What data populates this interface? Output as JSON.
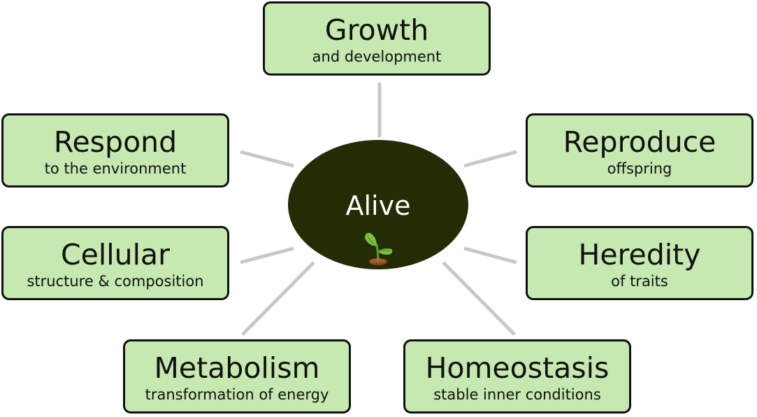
{
  "center": {
    "label": "Alive",
    "icon": "sprout-icon"
  },
  "colors": {
    "box_fill": "#c6e8b1",
    "box_border": "#111111",
    "center_fill": "#242c06",
    "connector": "#c8c8c8"
  },
  "nodes": {
    "growth": {
      "title": "Growth",
      "subtitle": "and development"
    },
    "respond": {
      "title": "Respond",
      "subtitle": "to the environment"
    },
    "reproduce": {
      "title": "Reproduce",
      "subtitle": "offspring"
    },
    "cellular": {
      "title": "Cellular",
      "subtitle": "structure & composition"
    },
    "heredity": {
      "title": "Heredity",
      "subtitle": "of traits"
    },
    "metabolism": {
      "title": "Metabolism",
      "subtitle": "transformation of energy"
    },
    "homeostasis": {
      "title": "Homeostasis",
      "subtitle": "stable inner conditions"
    }
  }
}
